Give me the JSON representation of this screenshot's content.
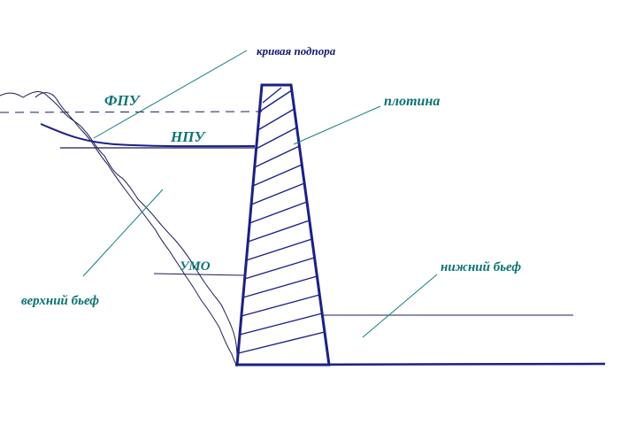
{
  "labels": {
    "backwater_curve": "кривая подпора",
    "fpu": "ФПУ",
    "npu": "НПУ",
    "dam": "плотина",
    "umo": "УМО",
    "tailwater": "нижний бьеф",
    "headwater": "верхний бьеф"
  },
  "colors": {
    "label_teal": "#0a7272",
    "label_navy": "#131a6e",
    "dam_stroke": "#1a1f8c",
    "leader_line": "#117f7f",
    "outline": "#1c1c55"
  }
}
